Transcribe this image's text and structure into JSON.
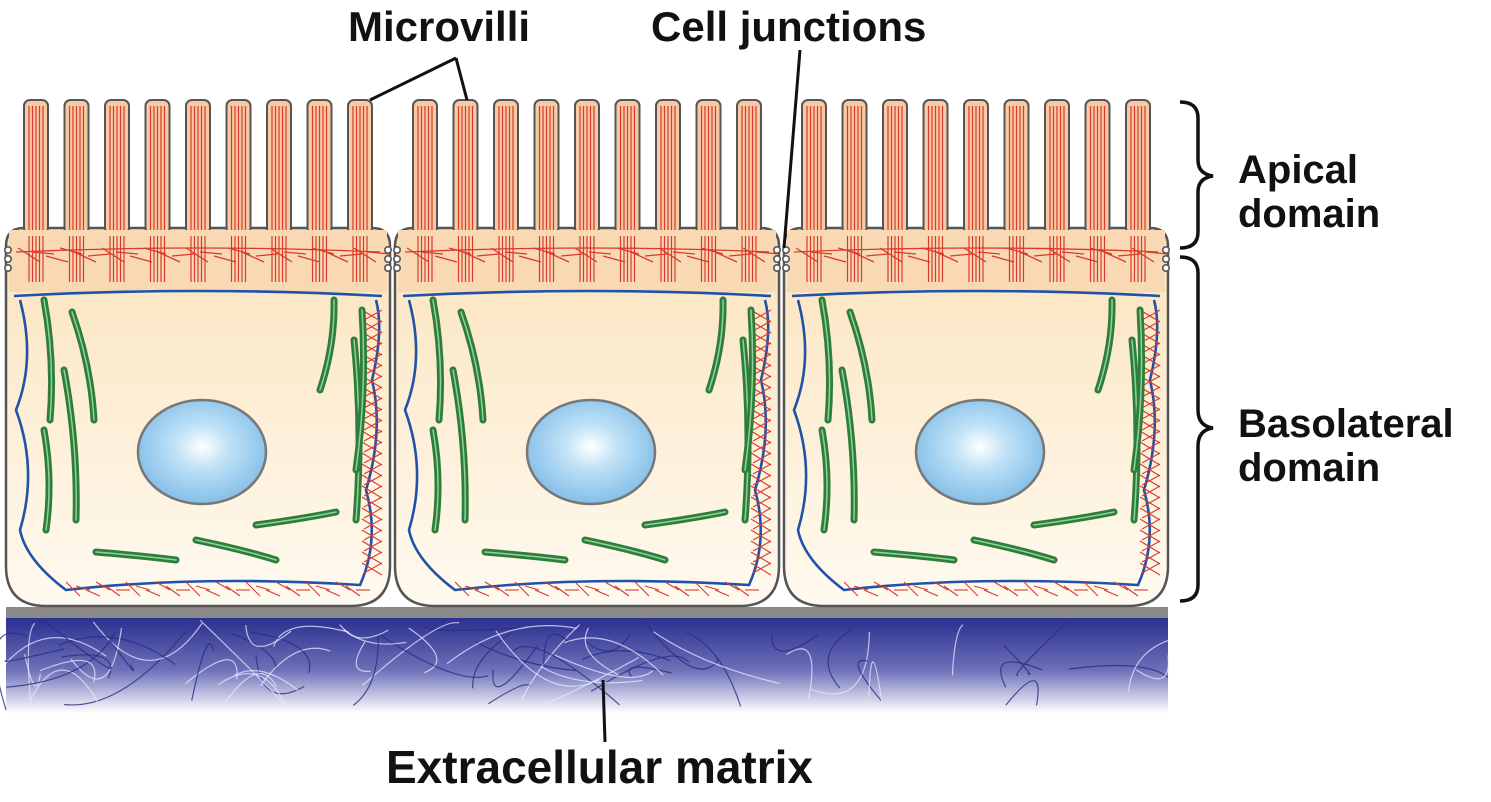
{
  "labels": {
    "microvilli": "Microvilli",
    "cell_junctions": "Cell junctions",
    "apical": {
      "line1": "Apical",
      "line2": "domain"
    },
    "basolateral": {
      "line1": "Basolateral",
      "line2": "domain"
    },
    "extracellular_matrix": "Extracellular matrix"
  },
  "colors": {
    "cytoplasm": "#fdf1d6",
    "apical_zone": "#f8d9b4",
    "microvillus_fill": "#f7c9a4",
    "actin": "#d93a2b",
    "membrane_outline": "#555555",
    "intermediate_filament": "#1f52a8",
    "mitochondria": "#2e7d3a",
    "nucleus": "#8ec8ee",
    "matrix": "#2b2f8f"
  },
  "icons": {
    "apical_bracket": "curly-brace-icon",
    "basolateral_bracket": "curly-brace-icon"
  },
  "structure": {
    "cell_count": 3,
    "microvilli_per_cell": 9
  }
}
